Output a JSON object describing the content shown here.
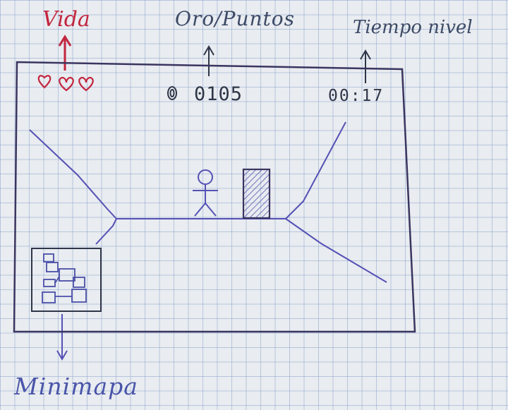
{
  "annotations": {
    "vida": "Vida",
    "oro_puntos": "Oro/Puntos",
    "tiempo_nivel": "Tiempo nivel",
    "minimapa": "Minimapa"
  },
  "hud": {
    "hearts": 3,
    "gold_points": "0105",
    "timer": "00:17"
  },
  "colors": {
    "frame_ink": "#3a3560",
    "red_ink": "#c2263f",
    "blue_ink": "#5551b5",
    "dark_ink": "#2f3648",
    "paper": "#e9ecf0"
  },
  "icons": [
    "heart-icon",
    "coin-icon",
    "stick-figure-player",
    "door-icon",
    "minimap-widget"
  ]
}
